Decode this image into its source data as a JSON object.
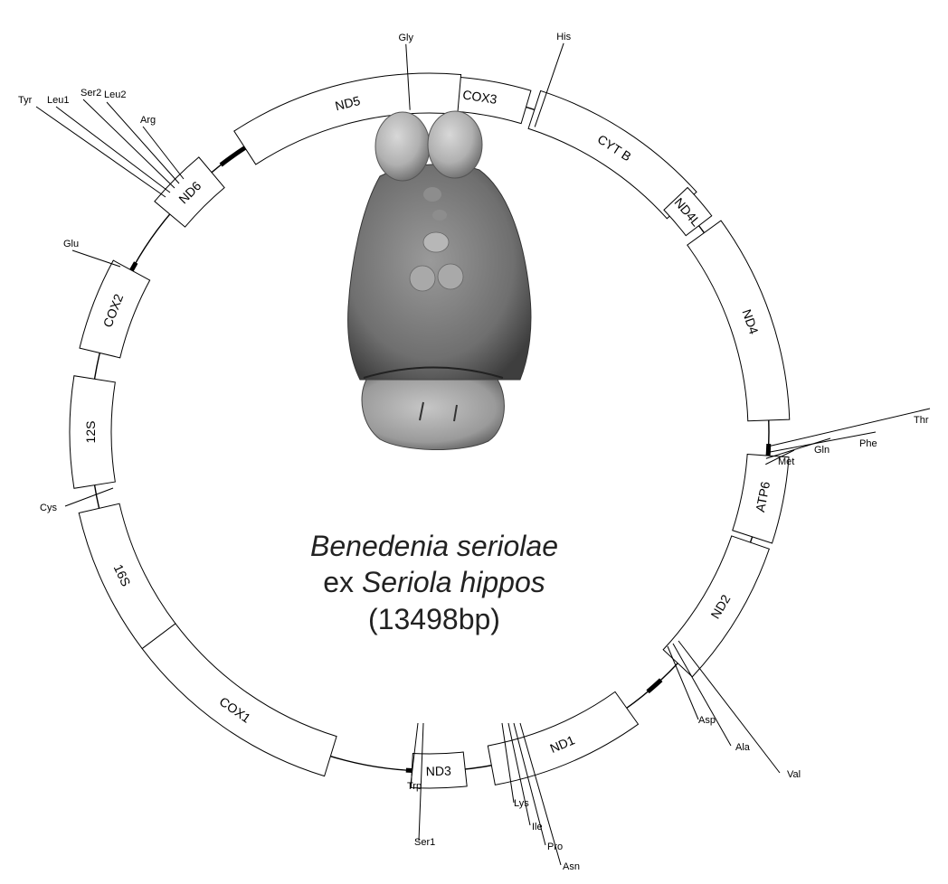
{
  "diagram": {
    "title_line1": "Benedenia seriolae",
    "title_line2_prefix": "ex ",
    "title_line2_species": "Seriola hippos",
    "title_line3": "(13498bp)",
    "specimen_image": "parasite-specimen-photo",
    "genes": [
      {
        "name": "COX3"
      },
      {
        "name": "CYT B"
      },
      {
        "name": "ND4L"
      },
      {
        "name": "ND4"
      },
      {
        "name": "ATP6"
      },
      {
        "name": "ND2"
      },
      {
        "name": "ND1"
      },
      {
        "name": "ND3"
      },
      {
        "name": "COX1"
      },
      {
        "name": "16S"
      },
      {
        "name": "12S"
      },
      {
        "name": "COX2"
      },
      {
        "name": "ND6"
      },
      {
        "name": "ND5"
      }
    ],
    "trnas": [
      {
        "name": "Gly"
      },
      {
        "name": "His"
      },
      {
        "name": "Thr"
      },
      {
        "name": "Phe"
      },
      {
        "name": "Gln"
      },
      {
        "name": "Met"
      },
      {
        "name": "Asp"
      },
      {
        "name": "Ala"
      },
      {
        "name": "Val"
      },
      {
        "name": "Lys"
      },
      {
        "name": "Ile"
      },
      {
        "name": "Pro"
      },
      {
        "name": "Asn"
      },
      {
        "name": "Trp"
      },
      {
        "name": "Ser1"
      },
      {
        "name": "Cys"
      },
      {
        "name": "Glu"
      },
      {
        "name": "Tyr"
      },
      {
        "name": "Leu1"
      },
      {
        "name": "Ser2"
      },
      {
        "name": "Leu2"
      },
      {
        "name": "Arg"
      }
    ]
  }
}
